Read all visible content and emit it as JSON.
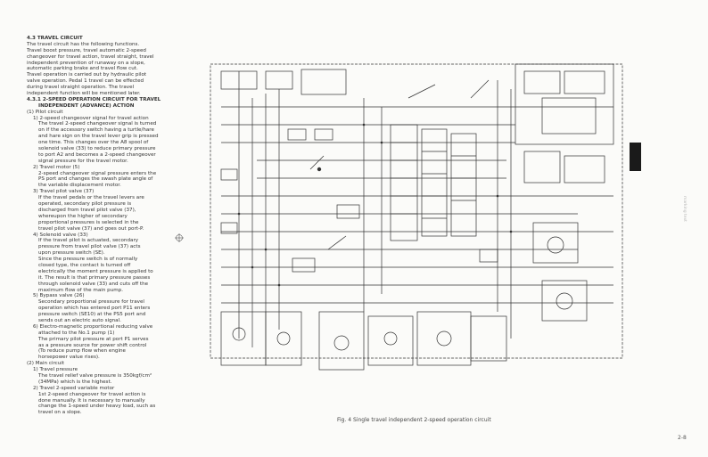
{
  "section": {
    "heading": "4.3 TRAVEL CIRCUIT",
    "paragraphs": [
      {
        "t": "The travel circuit has the following functions.",
        "c": ""
      },
      {
        "t": "Travel boost pressure, travel automatic 2-speed",
        "c": ""
      },
      {
        "t": "changeover for travel action, travel straight, travel",
        "c": ""
      },
      {
        "t": "independent prevention of runaway on a slope,",
        "c": ""
      },
      {
        "t": "automatic parking brake and travel flow cut.",
        "c": ""
      },
      {
        "t": "Travel operation is carried out by hydraulic pilot",
        "c": ""
      },
      {
        "t": "valve operation. Pedal 1 travel can be effected",
        "c": ""
      },
      {
        "t": "during travel straight operation. The travel",
        "c": ""
      },
      {
        "t": "independent function will be mentioned later.",
        "c": ""
      },
      {
        "t": "4.3.1 2-SPEED OPERATION CIRCUIT FOR TRAVEL",
        "c": "h"
      },
      {
        "t": "INDEPENDENT (ADVANCE) ACTION",
        "c": "h ind2"
      },
      {
        "t": "(1) Pilot circuit",
        "c": ""
      },
      {
        "t": "1) 2-speed changeover signal for travel action",
        "c": "ind"
      },
      {
        "t": "The travel 2-speed changeover signal is turned",
        "c": "ind2"
      },
      {
        "t": "on if the accessory switch having a turtle/hare",
        "c": "ind2"
      },
      {
        "t": "and hare sign on the travel lever grip is pressed",
        "c": "ind2"
      },
      {
        "t": "one time. This changes over the A8 spool of",
        "c": "ind2"
      },
      {
        "t": "solenoid valve (33) to reduce primary pressure",
        "c": "ind2"
      },
      {
        "t": "to port A2 and becomes a 2-speed changeover",
        "c": "ind2"
      },
      {
        "t": "signal pressure for the travel motor.",
        "c": "ind2"
      },
      {
        "t": "2) Travel motor (5)",
        "c": "ind"
      },
      {
        "t": "2-speed changeover signal pressure enters the",
        "c": "ind2"
      },
      {
        "t": "PS port and changes the swash plate angle of",
        "c": "ind2"
      },
      {
        "t": "the variable displacement motor.",
        "c": "ind2"
      },
      {
        "t": "3) Travel pilot valve (37)",
        "c": "ind"
      },
      {
        "t": "If the travel pedals or the travel levers are",
        "c": "ind2"
      },
      {
        "t": "operated, secondary pilot pressure is",
        "c": "ind2"
      },
      {
        "t": "discharged from travel pilot valve (37),",
        "c": "ind2"
      },
      {
        "t": "whereupon the higher of secondary",
        "c": "ind2"
      },
      {
        "t": "proportional pressures is selected in the",
        "c": "ind2"
      },
      {
        "t": "travel pilot valve (37) and goes out port-P.",
        "c": "ind2"
      },
      {
        "t": "4) Solenoid valve (33)",
        "c": "ind"
      },
      {
        "t": "If the travel pilot is actuated, secondary",
        "c": "ind2"
      },
      {
        "t": "pressure from travel pilot valve (37) acts",
        "c": "ind2"
      },
      {
        "t": "upon pressure switch (SE).",
        "c": "ind2"
      },
      {
        "t": "Since the pressure switch is of normally",
        "c": "ind2"
      },
      {
        "t": "closed type, the contact is turned off",
        "c": "ind2"
      },
      {
        "t": "electrically the moment pressure is applied to",
        "c": "ind2"
      },
      {
        "t": "it. The result is that primary pressure passes",
        "c": "ind2"
      },
      {
        "t": "through solenoid valve (33) and cuts off the",
        "c": "ind2"
      },
      {
        "t": "maximum flow of the main pump.",
        "c": "ind2"
      },
      {
        "t": "5) Bypass valve (26)",
        "c": "ind"
      },
      {
        "t": "Secondary proportional pressure for travel",
        "c": "ind2"
      },
      {
        "t": "operation which has entered port P11 enters",
        "c": "ind2"
      },
      {
        "t": "pressure switch (SE10) at the PS5 port and",
        "c": "ind2"
      },
      {
        "t": "sends out an electric auto signal.",
        "c": "ind2"
      },
      {
        "t": "6) Electro-magnetic proportional reducing valve",
        "c": "ind"
      },
      {
        "t": "attached to the No.1 pump (1)",
        "c": "ind2"
      },
      {
        "t": "The primary pilot pressure at port P1 serves",
        "c": "ind2"
      },
      {
        "t": "as a pressure source for power shift control",
        "c": "ind2"
      },
      {
        "t": "(To reduce pump flow when engine",
        "c": "ind2"
      },
      {
        "t": "horsepower value rises).",
        "c": "ind2"
      },
      {
        "t": "(2) Main circuit",
        "c": ""
      },
      {
        "t": "1) Travel pressure",
        "c": "ind"
      },
      {
        "t": "The travel relief valve pressure is 350kgf/cm²",
        "c": "ind2"
      },
      {
        "t": "(34MPa) which is the highest.",
        "c": "ind2"
      },
      {
        "t": "2) Travel 2-speed variable motor",
        "c": "ind"
      },
      {
        "t": "1st 2-speed changeover for travel action is",
        "c": "ind2"
      },
      {
        "t": "done manually. It is necessary to manually",
        "c": "ind2"
      },
      {
        "t": "change the 1-speed under heavy load, such as",
        "c": "ind2"
      },
      {
        "t": "travel on a slope.",
        "c": "ind2"
      }
    ]
  },
  "figure": {
    "caption": "Fig. 4   Single travel independent 2-speed operation circuit"
  },
  "page_number": "2-8",
  "side_text": "marking text",
  "colors": {
    "ink": "#333333",
    "paper": "#fbfbf9",
    "tab": "#1a1a1a"
  }
}
